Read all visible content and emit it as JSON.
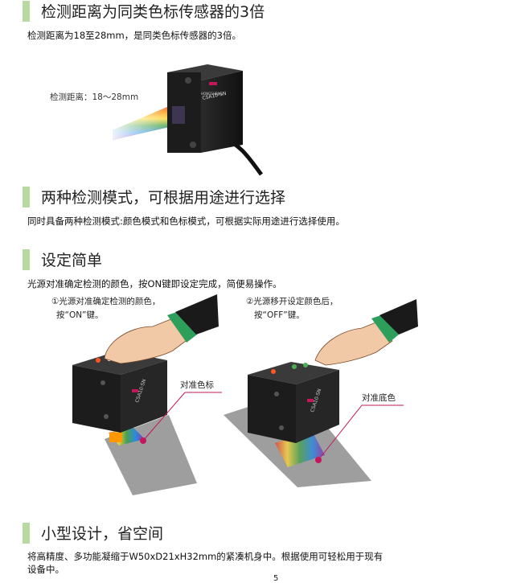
{
  "sections": [
    {
      "title": "检测距离为同类色标传感器的3倍",
      "desc": "检测距离为18至28mm，是同类色标传感器的3倍。"
    },
    {
      "title": "两种检测模式，可根据用途进行选择",
      "desc": "同时具备两种检测模式:颜色模式和色标模式，可根据实际用途进行选择使用。"
    },
    {
      "title": "设定简单",
      "desc": "光源对准确定检测的颜色，按ON键即设定完成，简便易操作。"
    },
    {
      "title": "小型设计，省空间",
      "desc_line1": "将高精度、多功能凝缩于W50xD21xH32mm的紧凑机身中。根据使用可轻松用于现有",
      "desc_line2": "设备中。"
    }
  ],
  "figure1": {
    "distance_label": "检测距离：18～28mm",
    "model": "CSA10-SN",
    "brand": "HONGSHENG"
  },
  "figure2": {
    "step1_line1": "①光源对准确定检测的颜色，",
    "step1_line2": "按“ON”键。",
    "step2_line1": "②光源移开设定颜色后，",
    "step2_line2": "按“OFF”键。",
    "label_left": "对准色标",
    "label_right": "对准底色",
    "model": "CSA10-SN"
  },
  "page_number": "5",
  "colors": {
    "accent_bar": "#b8d9a0",
    "pointer": "#c2185b",
    "sleeve": "#2e9e5b"
  }
}
